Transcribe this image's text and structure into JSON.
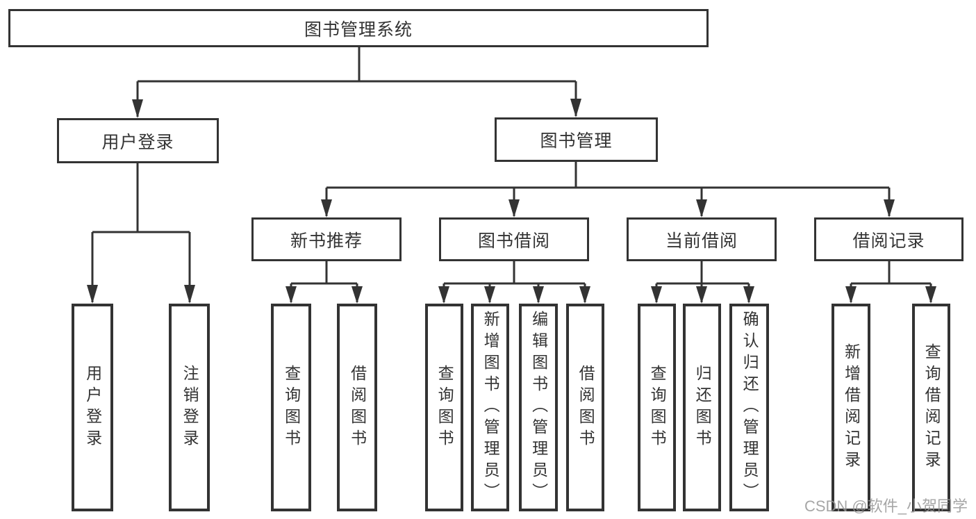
{
  "style": {
    "line_color": "#333333",
    "box_background": "#ffffff",
    "text_color": "#333333",
    "watermark_color": "#969696"
  },
  "tree": {
    "root": "图书管理系统",
    "children": [
      {
        "label": "用户登录",
        "children": [
          "用户登录",
          "注销登录"
        ]
      },
      {
        "label": "图书管理",
        "children": [
          {
            "label": "新书推荐",
            "children": [
              "查询图书",
              "借阅图书"
            ]
          },
          {
            "label": "图书借阅",
            "children": [
              "查询图书",
              "新增图书（管理员）",
              "编辑图书（管理员）",
              "借阅图书"
            ]
          },
          {
            "label": "当前借阅",
            "children": [
              "查询图书",
              "归还图书",
              "确认归还（管理员）"
            ]
          },
          {
            "label": "借阅记录",
            "children": [
              "新增借阅记录",
              "查询借阅记录"
            ]
          }
        ]
      }
    ]
  },
  "watermark": "CSDN @软件_小贺同学"
}
